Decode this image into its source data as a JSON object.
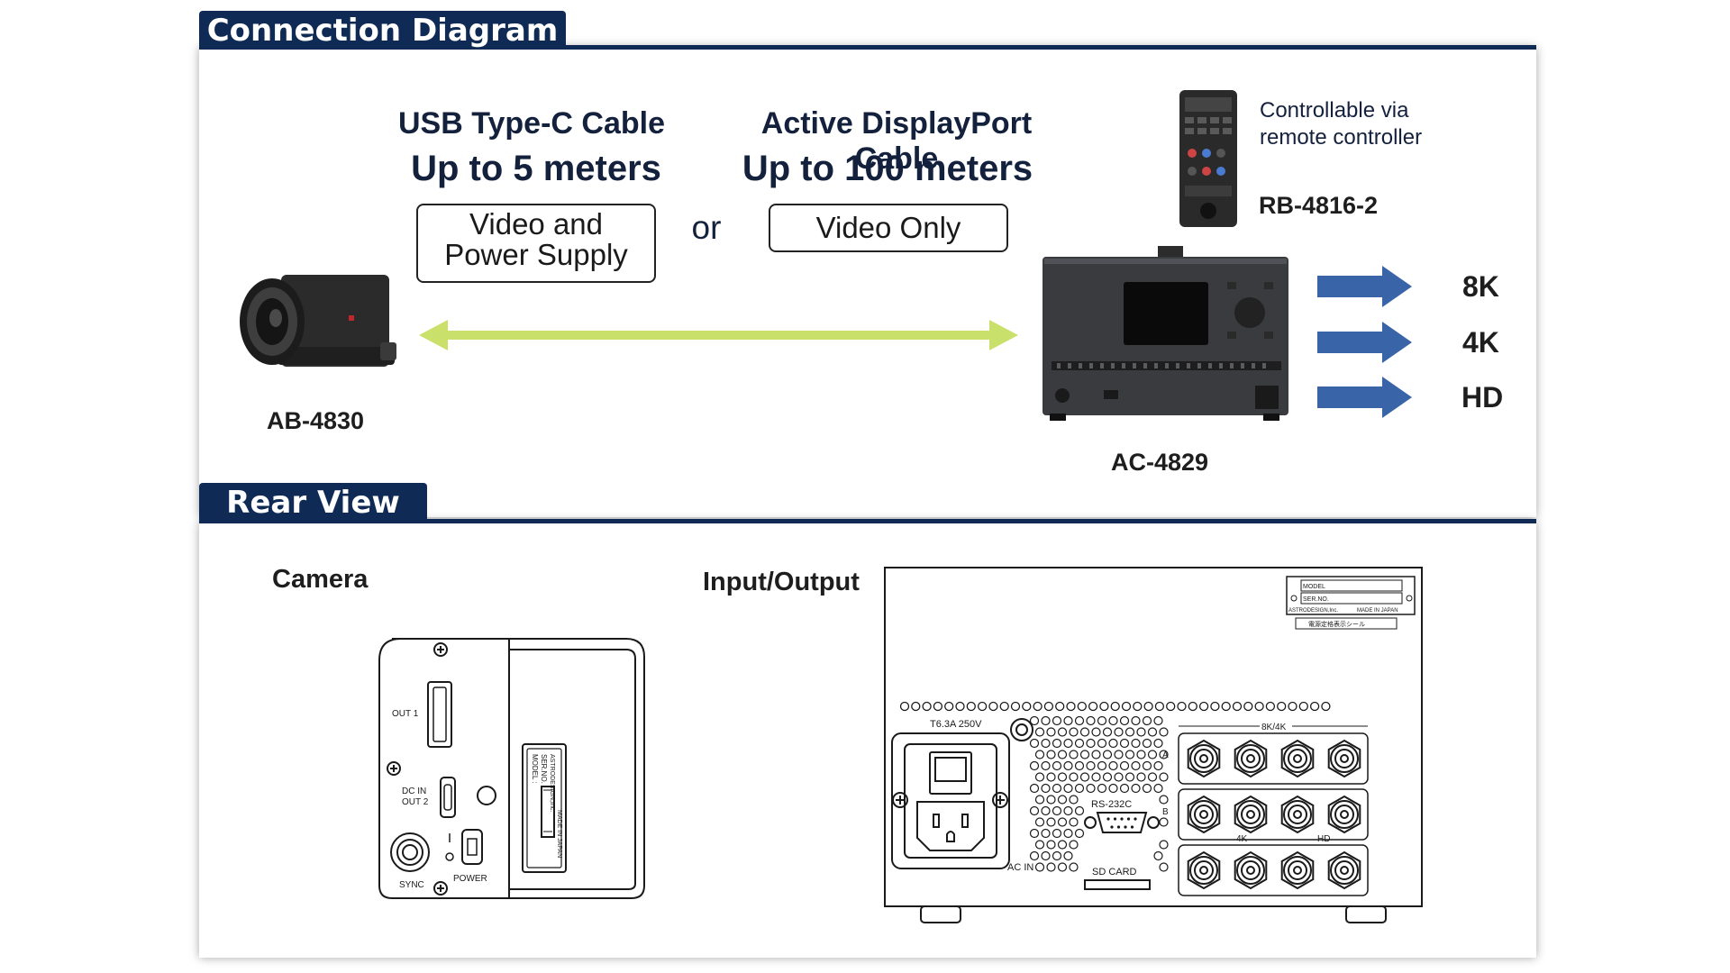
{
  "sections": {
    "connection_title": "Connection Diagram",
    "rear_title": "Rear View"
  },
  "cables": {
    "usb": {
      "name": "USB Type-C Cable",
      "range": "Up to 5 meters",
      "note": "Video and Power Supply"
    },
    "or_label": "or",
    "dp": {
      "name": "Active DisplayPort Cable",
      "range": "Up to 100 meters",
      "note": "Video Only"
    }
  },
  "devices": {
    "camera_model": "AB-4830",
    "processor_model": "AC-4829",
    "remote_model": "RB-4816-2",
    "remote_note": "Controllable via remote controller"
  },
  "outputs": [
    "8K",
    "4K",
    "HD"
  ],
  "rear": {
    "camera_label": "Camera",
    "io_label": "Input/Output",
    "camera_ports": {
      "out1": "OUT 1",
      "dcin": "DC IN",
      "out2": "OUT 2",
      "sync": "SYNC",
      "power": "POWER",
      "plate_model": "MODEL :",
      "plate_serial": "SER.NO. :",
      "plate_maker": "ASTRODESIGN,Inc.",
      "plate_made": "MADE IN JAPAN"
    },
    "io_ports": {
      "fuse": "T6.3A 250V",
      "acin": "AC IN",
      "rs232": "RS-232C",
      "sdcard": "SD CARD",
      "group_8k4k": "8K/4K",
      "group_4k": "4K",
      "group_hd": "HD",
      "row_a": "A",
      "row_b": "B",
      "plate_model": "MODEL",
      "plate_serial": "SER.NO.",
      "plate_maker": "ASTRODESIGN,Inc.",
      "plate_made": "MADE IN JAPAN",
      "plate_jp": "電源定格表示シール"
    }
  },
  "colors": {
    "header": "#0e2a55",
    "arrow_green": "#c9e06a",
    "arrow_blue": "#3a64a8"
  }
}
